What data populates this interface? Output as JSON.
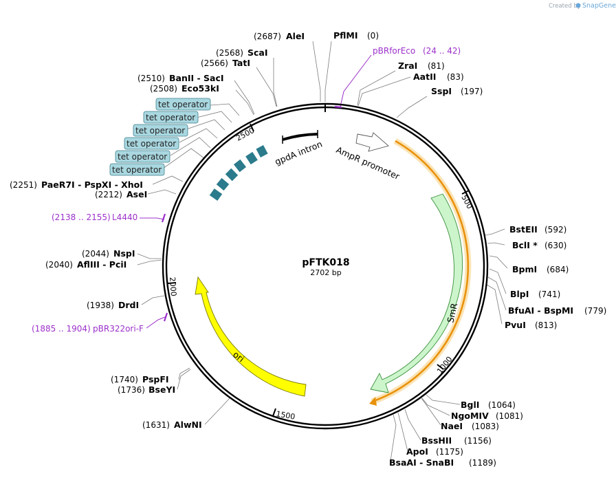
{
  "watermark": {
    "prefix": "Created by",
    "brand": "SnapGene"
  },
  "plasmid": {
    "name": "pFTK018",
    "size": "2702 bp"
  },
  "colors": {
    "smr": "#ccf5cc",
    "smr_stroke": "#3a8f3a",
    "ori": "#ffff00",
    "ori_stroke": "#7a7a00",
    "orf": "#e8920c",
    "orf_glow": "#fbe3b5",
    "tet_block": "#2b7b8c",
    "tag_fill": "#a9d7e0",
    "tag_stroke": "#3f7f8c",
    "primer": "#9b30c9",
    "backbone": "#000000",
    "leader": "#7a7a7a"
  },
  "tick_labels": [
    "500",
    "1000",
    "1500",
    "2000",
    "2500"
  ],
  "features": [
    {
      "id": "gpda",
      "label": "gpdA intron",
      "type": "terminator"
    },
    {
      "id": "ampr",
      "label": "AmpR promoter",
      "type": "promoter"
    },
    {
      "id": "smr",
      "label": "SmR",
      "type": "cds"
    },
    {
      "id": "ori",
      "label": "ori",
      "type": "rep_origin"
    },
    {
      "id": "tet",
      "label": "tet operator",
      "type": "protein_bind",
      "count": 6
    }
  ],
  "sites_right": [
    {
      "name": "PflMI",
      "pos": "(0)"
    },
    {
      "name": "ZraI",
      "pos": "(81)"
    },
    {
      "name": "AatII",
      "pos": "(83)"
    },
    {
      "name": "SspI",
      "pos": "(197)"
    },
    {
      "name": "BstEII",
      "pos": "(592)"
    },
    {
      "name": "BclI *",
      "pos": "(630)"
    },
    {
      "name": "BpmI",
      "pos": "(684)"
    },
    {
      "name": "BlpI",
      "pos": "(741)"
    },
    {
      "name": "BfuAI - BspMI",
      "pos": "(779)"
    },
    {
      "name": "PvuI",
      "pos": "(813)"
    },
    {
      "name": "BglI",
      "pos": "(1064)"
    },
    {
      "name": "NgoMIV",
      "pos": "(1081)"
    },
    {
      "name": "NaeI",
      "pos": "(1083)"
    },
    {
      "name": "BssHII",
      "pos": "(1156)"
    },
    {
      "name": "ApoI",
      "pos": "(1175)"
    },
    {
      "name": "BsaAI - SnaBI",
      "pos": "(1189)"
    }
  ],
  "sites_left": [
    {
      "name": "AleI",
      "pos": "(2687)"
    },
    {
      "name": "ScaI",
      "pos": "(2568)"
    },
    {
      "name": "TatI",
      "pos": "(2566)"
    },
    {
      "name": "BanII - SacI",
      "pos": "(2510)"
    },
    {
      "name": "Eco53kI",
      "pos": "(2508)"
    },
    {
      "name": "PaeR7I - PspXI - XhoI",
      "pos": "(2251)"
    },
    {
      "name": "AseI",
      "pos": "(2212)"
    },
    {
      "name": "NspI",
      "pos": "(2044)"
    },
    {
      "name": "AflIII - PciI",
      "pos": "(2040)"
    },
    {
      "name": "DrdI",
      "pos": "(1938)"
    },
    {
      "name": "PspFI",
      "pos": "(1740)"
    },
    {
      "name": "BseYI",
      "pos": "(1736)"
    },
    {
      "name": "AlwNI",
      "pos": "(1631)"
    }
  ],
  "primers": [
    {
      "name": "pBRforEco",
      "range": "(24 .. 42)"
    },
    {
      "name": "L4440",
      "range": "(2138 .. 2155)"
    },
    {
      "name": "pBR322ori-F",
      "range": "(1885 .. 1904)"
    }
  ]
}
